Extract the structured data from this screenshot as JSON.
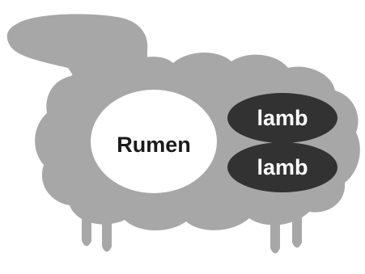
{
  "diagram": {
    "organs": {
      "rumen": {
        "label": "Rumen"
      },
      "lambs": [
        {
          "label": "lamb"
        },
        {
          "label": "lamb"
        }
      ]
    }
  },
  "colors": {
    "body": "#a7a7a7",
    "rumen_fill": "#ffffff",
    "lamb_fill": "#323232",
    "rumen_text": "#1a1a1a",
    "lamb_text": "#ffffff",
    "background": "#ffffff"
  }
}
